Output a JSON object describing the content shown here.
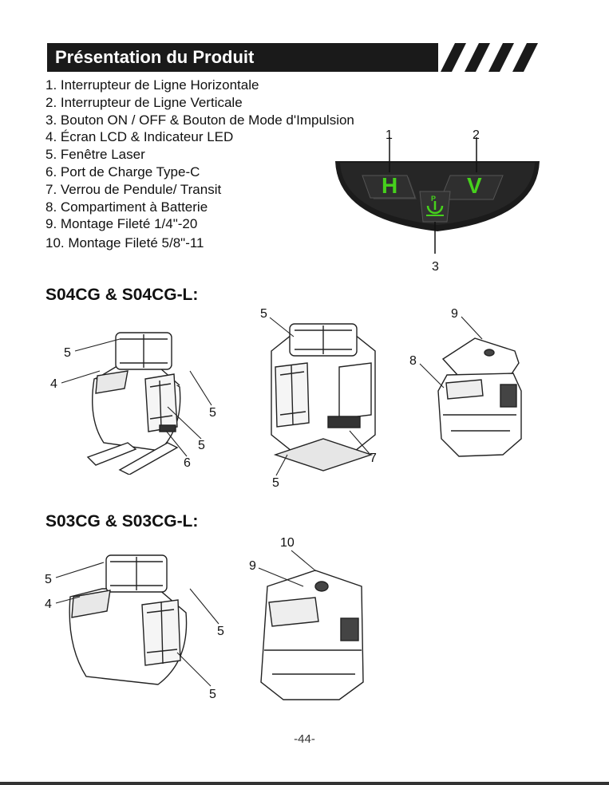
{
  "header": {
    "title": "Présentation du Produit"
  },
  "features": [
    "1. Interrupteur de Ligne Horizontale",
    "2. Interrupteur de Ligne Verticale",
    "3. Bouton ON / OFF & Bouton de Mode d'Impulsion",
    "4. Écran LCD & Indicateur LED",
    "5. Fenêtre Laser",
    "6. Port de Charge Type-C",
    "7. Verrou de Pendule/ Transit",
    "8. Compartiment à Batterie",
    "9. Montage Fileté 1/4\"-20",
    "10. Montage Fileté 5/8\"-11"
  ],
  "panel": {
    "h_label": "H",
    "v_label": "V",
    "pulse_label": "P",
    "callouts": [
      "1",
      "2",
      "3"
    ]
  },
  "section1": {
    "title": "S04CG & S04CG-L:",
    "callouts": [
      "5",
      "4",
      "5",
      "5",
      "6",
      "5",
      "5",
      "7",
      "9",
      "8"
    ]
  },
  "section2": {
    "title": "S03CG & S03CG-L:",
    "callouts": [
      "5",
      "4",
      "5",
      "5",
      "10",
      "9"
    ]
  },
  "page_number": "-44-",
  "colors": {
    "header_bg": "#1a1a1a",
    "button_green": "#46d11c",
    "panel_dark": "#1b1b1b"
  }
}
